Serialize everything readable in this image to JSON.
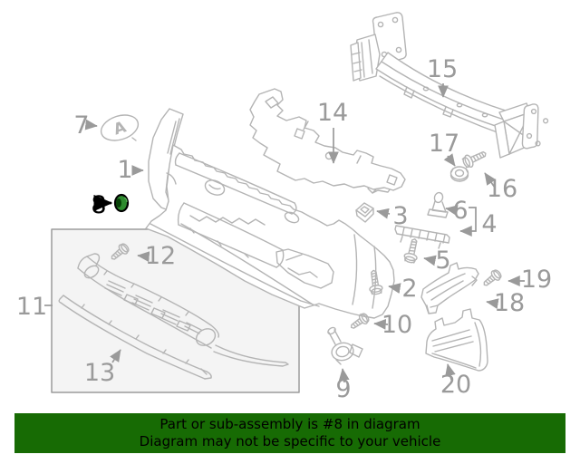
{
  "banner": {
    "line1": "Part or sub-assembly is #8 in diagram",
    "line2": "Diagram may not be specific to your vehicle",
    "bg_color": "#176b04",
    "text_color": "#000000"
  },
  "diagram": {
    "stroke_color": "#b4b4b4",
    "label_color": "#9a9a9a",
    "emblem_letter": "A",
    "labels": [
      "1",
      "2",
      "3",
      "4",
      "5",
      "6",
      "7",
      "8",
      "9",
      "10",
      "11",
      "12",
      "13",
      "14",
      "15",
      "16",
      "17",
      "18",
      "19",
      "20"
    ],
    "highlight": {
      "number": "8",
      "part_color": "#2e8b2e",
      "part_dark_color": "#064006",
      "label_color": "#000000"
    }
  }
}
